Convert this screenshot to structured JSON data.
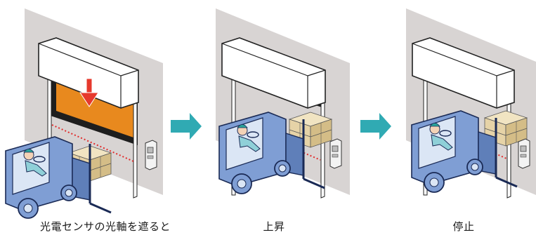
{
  "panels": [
    {
      "caption": "光電センサの光軸を遮ると"
    },
    {
      "caption": "上昇"
    },
    {
      "caption": "停止"
    }
  ],
  "colors": {
    "wall": "#d8d4d3",
    "door_orange": "#e8891e",
    "door_dark": "#1e1e1e",
    "forklift_blue": "#7f9ed4",
    "forklift_outline": "#1a2a55",
    "box": "#e6d3a7",
    "arrow_red": "#e6392d",
    "flow_arrow": "#30aab3",
    "sensor_beam": "#e12b2b"
  }
}
